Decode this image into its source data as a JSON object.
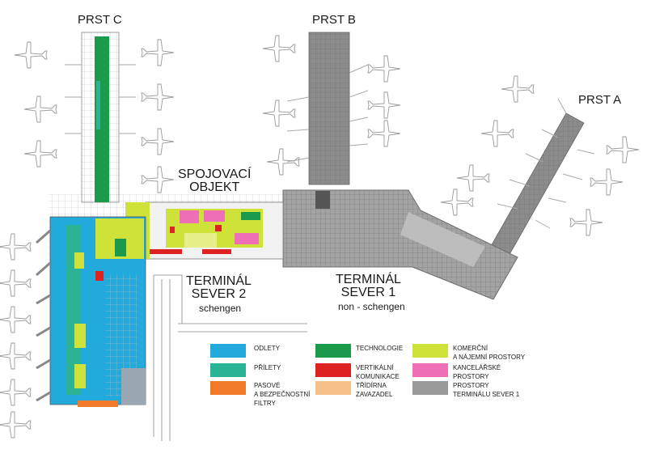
{
  "labels": {
    "prst_c": "PRST C",
    "prst_b": "PRST B",
    "prst_a": "PRST A",
    "connector": "SPOJOVACÍ\nOBJEKT",
    "t2_title": "TERMINÁL\nSEVER 2",
    "t2_sub": "schengen",
    "t1_title": "TERMINÁL\nSEVER 1",
    "t1_sub": "non - schengen"
  },
  "legend": [
    {
      "key": "odlety",
      "label": "ODLETY",
      "color": "#22aadd"
    },
    {
      "key": "prilety",
      "label": "PŘÍLETY",
      "color": "#2ab394"
    },
    {
      "key": "pasove",
      "label": "PASOVÉ\nA BEZPEČNOSTNÍ\nFILTRY",
      "color": "#f07a2a"
    },
    {
      "key": "technologie",
      "label": "TECHNOLOGIE",
      "color": "#1a9a4a"
    },
    {
      "key": "vertikalni",
      "label": "VERTIKÁLNÍ\nKOMUNIKACE",
      "color": "#dd2222"
    },
    {
      "key": "tridirna",
      "label": "TŘÍDÍRNA\nZAVAZADEL",
      "color": "#f5c08a"
    },
    {
      "key": "komercni",
      "label": "KOMERČNÍ\nA NÁJEMNÍ PROSTORY",
      "color": "#cfe23a"
    },
    {
      "key": "kancelarske",
      "label": "KANCELÁŘSKÉ\nPROSTORY",
      "color": "#ee6fb5"
    },
    {
      "key": "prostory",
      "label": "PROSTORY\nTERMINÁLU SEVER 1",
      "color": "#9a9a9a"
    }
  ]
}
